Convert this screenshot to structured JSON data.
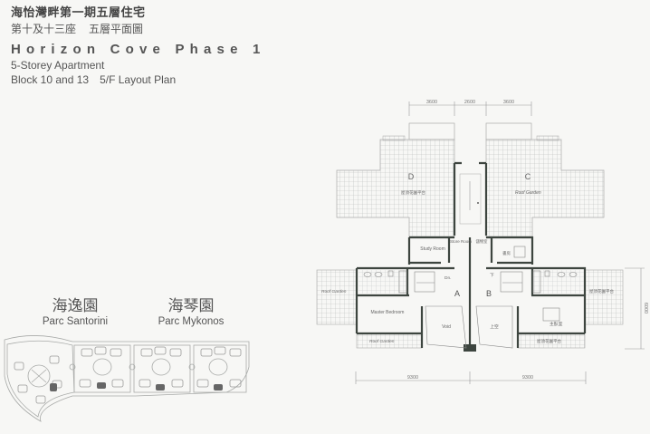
{
  "header": {
    "zh_title": "海怡灣畔第一期五層住宅",
    "zh_subtitle_block": "第十及十三座",
    "zh_subtitle_plan": "五層平面圖",
    "en_title": "Horizon Cove Phase 1",
    "en_type": "5-Storey Apartment",
    "en_block": "Block 10 and 13",
    "en_plan": "5/F Layout Plan"
  },
  "site_plan": {
    "left": {
      "zh": "海逸園",
      "en": "Parc Santorini"
    },
    "right": {
      "zh": "海琴園",
      "en": "Parc Mykonos"
    }
  },
  "floor_plan": {
    "dimensions_top": [
      "3600",
      "2600",
      "3600"
    ],
    "dimensions_bottom": [
      "9300",
      "9300"
    ],
    "dimension_right": "6000",
    "units": [
      "A",
      "B",
      "C",
      "D"
    ],
    "rooms": {
      "unit_d_garden": "屋頂花園平台",
      "unit_c_garden": "Roof Garden",
      "study_room": "Study Room",
      "store_room": "Store Room",
      "store_room_zh": "儲物室",
      "study_room_zh": "書房",
      "dn": "Dn.",
      "up_zh": "下",
      "roof_garden_left": "Roof Garden",
      "master_bedroom": "Master Bedroom",
      "roof_garden_bottom_left": "Roof Garden",
      "void": "Void",
      "void_zh": "上空",
      "master_bedroom_zh": "主臥室",
      "roof_garden_right_zh": "屋頂花園平台",
      "roof_garden_bottom_right_zh": "屋頂花園平台"
    }
  },
  "colors": {
    "background": "#f7f7f5",
    "wall": "#3d453f",
    "grid": "#b9bcbc",
    "text": "#555555"
  }
}
